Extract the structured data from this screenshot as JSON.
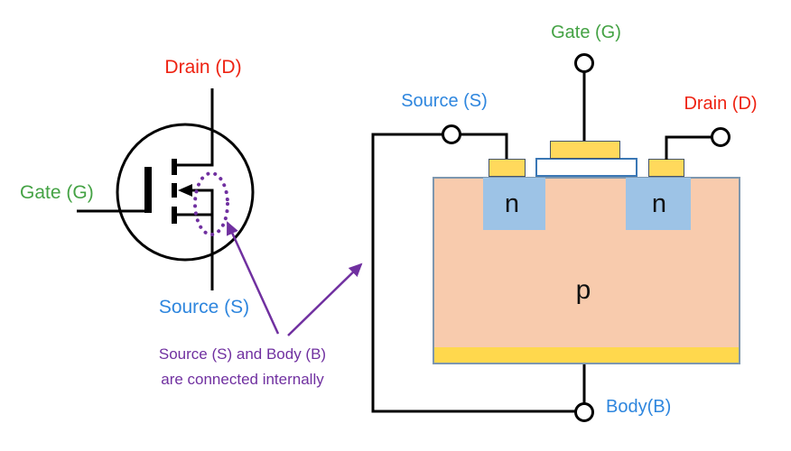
{
  "colors": {
    "red": "#EE2211",
    "green": "#44A244",
    "blue": "#2E86DE",
    "purple": "#7030A0",
    "wire": "#000000",
    "p_body_fill": "#F8CBAD",
    "n_region_fill": "#9DC3E6",
    "contact_yellow": "#FFD95C",
    "body_border": "#7D97AF",
    "oxide_border": "#3A77B5"
  },
  "symbol": {
    "drain_label": "Drain (D)",
    "gate_label": "Gate (G)",
    "source_label": "Source (S)"
  },
  "note": {
    "line1": "Source (S) and Body (B)",
    "line2": "are connected internally"
  },
  "cross_section": {
    "gate_label": "Gate (G)",
    "source_label": "Source (S)",
    "drain_label": "Drain (D)",
    "body_label": "Body(B)",
    "n_left_label": "n",
    "n_right_label": "n",
    "p_label": "p"
  }
}
